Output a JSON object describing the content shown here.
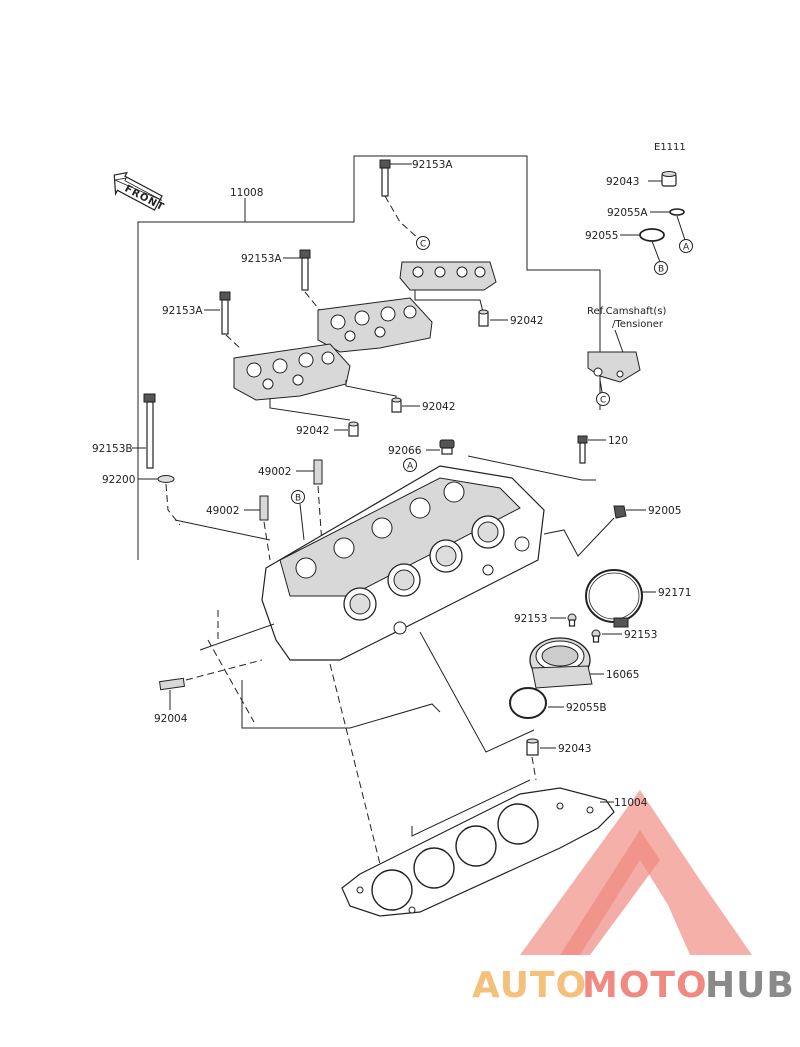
{
  "diagram": {
    "code": "E1111",
    "front_label": "FRONT",
    "ref_note_line1": "Ref.Camshaft(s)",
    "ref_note_line2": "/Tensioner",
    "part_labels": {
      "p11008": "11008",
      "p92153A_top": "92153A",
      "p92153A_mid": "92153A",
      "p92153A_left": "92153A",
      "p92042_top": "92042",
      "p92042_mid": "92042",
      "p92042_low": "92042",
      "p92153B": "92153B",
      "p92200": "92200",
      "p49002_top": "49002",
      "p49002_low": "49002",
      "p92066": "92066",
      "p120": "120",
      "p92005": "92005",
      "p92171": "92171",
      "p92153_a": "92153",
      "p92153_b": "92153",
      "p16065": "16065",
      "p92055B": "92055B",
      "p92043_low": "92043",
      "p92043_top": "92043",
      "p92055A": "92055A",
      "p92055": "92055",
      "p92004": "92004",
      "p11004": "11004"
    },
    "markers": {
      "A_top": "A",
      "B_top": "B",
      "C_top": "C",
      "C_ref": "C",
      "A_head": "A",
      "B_head": "B"
    }
  },
  "watermark": {
    "part1": "AUTO",
    "part2": "MOTO",
    "part3": "HUB",
    "color_light": "#f5c07a",
    "color_pink": "#f08a80",
    "color_grey": "#8a8a8a"
  }
}
